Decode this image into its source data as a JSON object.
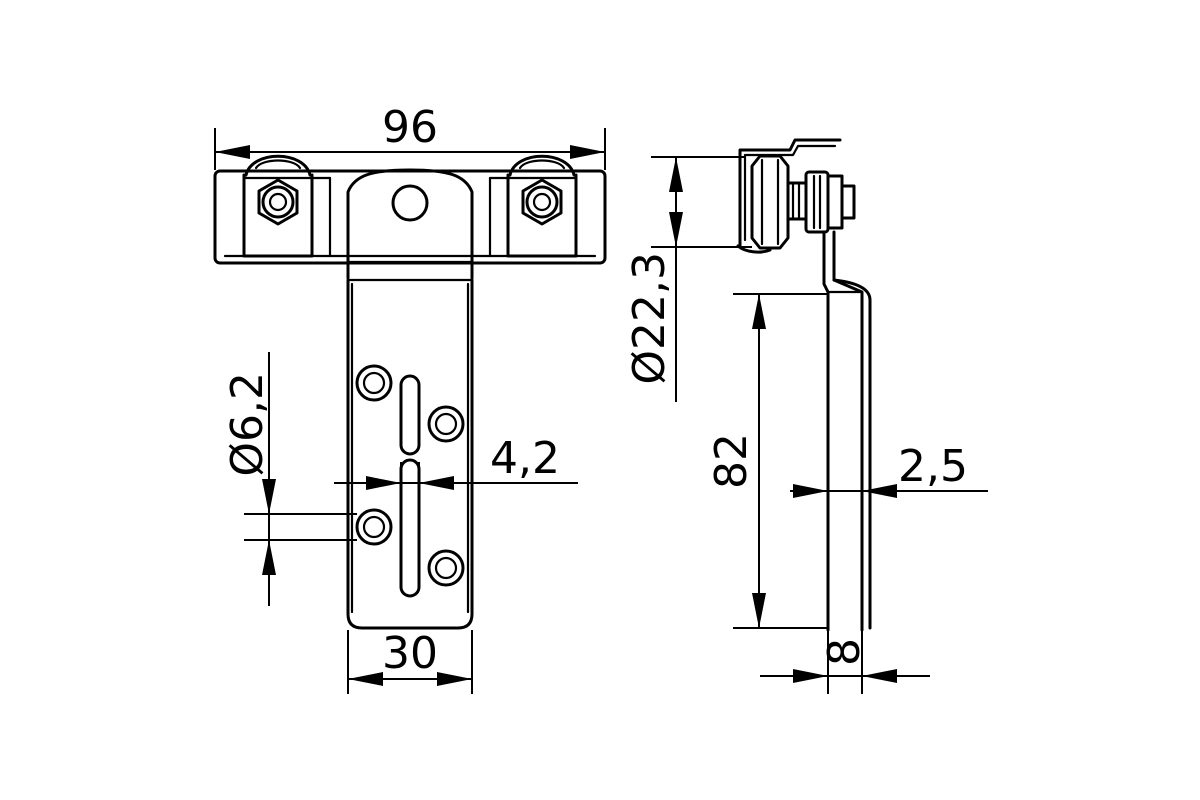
{
  "dimensions": {
    "width_96": "96",
    "width_30": "30",
    "slot_4_2": "4,2",
    "hole_6_2": "Ø6,2",
    "wheel_22_3": "Ø22,3",
    "height_82": "82",
    "thickness_2_5": "2,5",
    "offset_8": "8"
  }
}
